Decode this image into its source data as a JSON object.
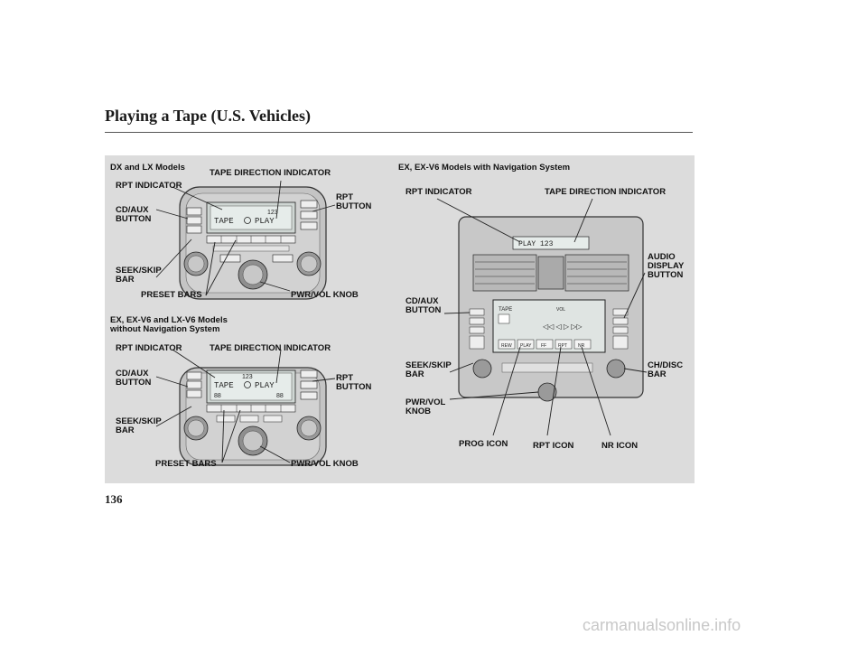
{
  "header": {
    "title": "Playing a Tape (U.S. Vehicles)"
  },
  "sections": {
    "dx_lx": "DX and LX Models",
    "ex_no_nav": "EX, EX-V6 and LX-V6 Models\nwithout Navigation System",
    "ex_nav": "EX, EX-V6 Models with Navigation System"
  },
  "panel1_labels": {
    "tape_dir": "TAPE DIRECTION INDICATOR",
    "rpt_ind": "RPT INDICATOR",
    "rpt_btn": "RPT\nBUTTON",
    "cdaux": "CD/AUX\nBUTTON",
    "seek": "SEEK/SKIP\nBAR",
    "presets": "PRESET BARS",
    "pwrvol": "PWR/VOL KNOB"
  },
  "panel2_labels": {
    "rpt_ind": "RPT INDICATOR",
    "tape_dir": "TAPE DIRECTION INDICATOR",
    "cdaux": "CD/AUX\nBUTTON",
    "rpt_btn": "RPT\nBUTTON",
    "seek": "SEEK/SKIP\nBAR",
    "presets": "PRESET BARS",
    "pwrvol": "PWR/VOL KNOB"
  },
  "panel3_labels": {
    "rpt_ind": "RPT INDICATOR",
    "tape_dir": "TAPE DIRECTION INDICATOR",
    "audio": "AUDIO\nDISPLAY\nBUTTON",
    "cdaux": "CD/AUX\nBUTTON",
    "seek": "SEEK/SKIP\nBAR",
    "chdisc": "CH/DISC\nBAR",
    "pwrvol": "PWR/VOL\nKNOB",
    "prog": "PROG ICON",
    "rpt_icon": "RPT ICON",
    "nr": "NR ICON"
  },
  "displays": {
    "p1_tape": "TAPE",
    "p1_play": "PLAY",
    "p1_num": "123",
    "p2_tape": "TAPE",
    "p2_play": "PLAY",
    "p2_num": "123",
    "p2_left": "88",
    "p2_right": "88",
    "p3_top": "PLAY  123",
    "p3_tape": "TAPE",
    "p3_vol": "VOL",
    "p3_btns": [
      "REW",
      "PLAY",
      "FF",
      "RPT",
      "NR"
    ]
  },
  "footer": {
    "page_number": "136",
    "watermark": "carmanualsonline.info"
  }
}
